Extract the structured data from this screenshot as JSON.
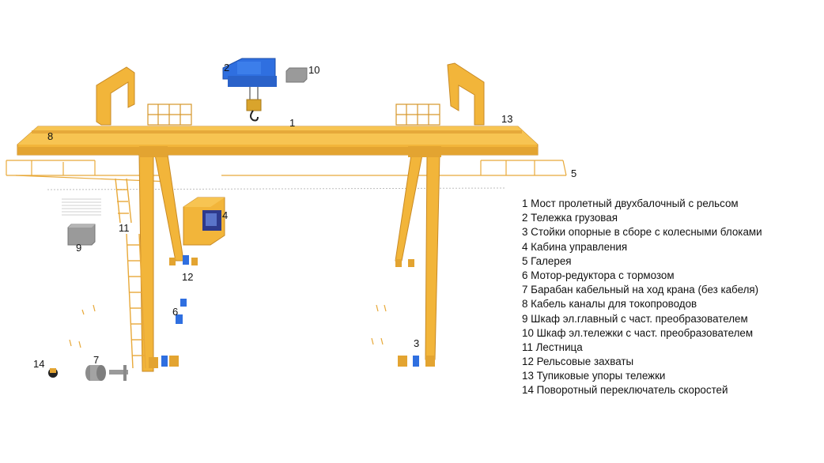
{
  "labels": {
    "n1": "1",
    "n2": "2",
    "n3": "3",
    "n4": "4",
    "n5": "5",
    "n6": "6",
    "n7": "7",
    "n8": "8",
    "n9": "9",
    "n10": "10",
    "n11": "11",
    "n12": "12",
    "n13": "13",
    "n14": "14"
  },
  "legend": [
    "1 Мост пролетный двухбалочный с  рельсом",
    "2 Тележка  грузовая",
    "3 Стойки опорные  в сборе с колесными блоками",
    "4 Кабина управления",
    "5 Галерея",
    "6 Мотор-редуктора с тормозом",
    "7 Барабан кабельный на ход крана (без кабеля)",
    "8 Кабель каналы для токопроводов",
    "9  Шкаф эл.главный с част. преобразователем",
    "10  Шкаф эл.тележки с част. преобразователем",
    "11 Лестница",
    "12 Рельсовые захваты",
    "13 Тупиковые упоры тележки",
    "14 Поворотный переключатель скоростей"
  ],
  "colors": {
    "crane_yellow": "#F2B53A",
    "crane_shadow": "#D6962A",
    "trolley_blue": "#2F6FE0",
    "cabinet_gray": "#9A9A9A"
  }
}
